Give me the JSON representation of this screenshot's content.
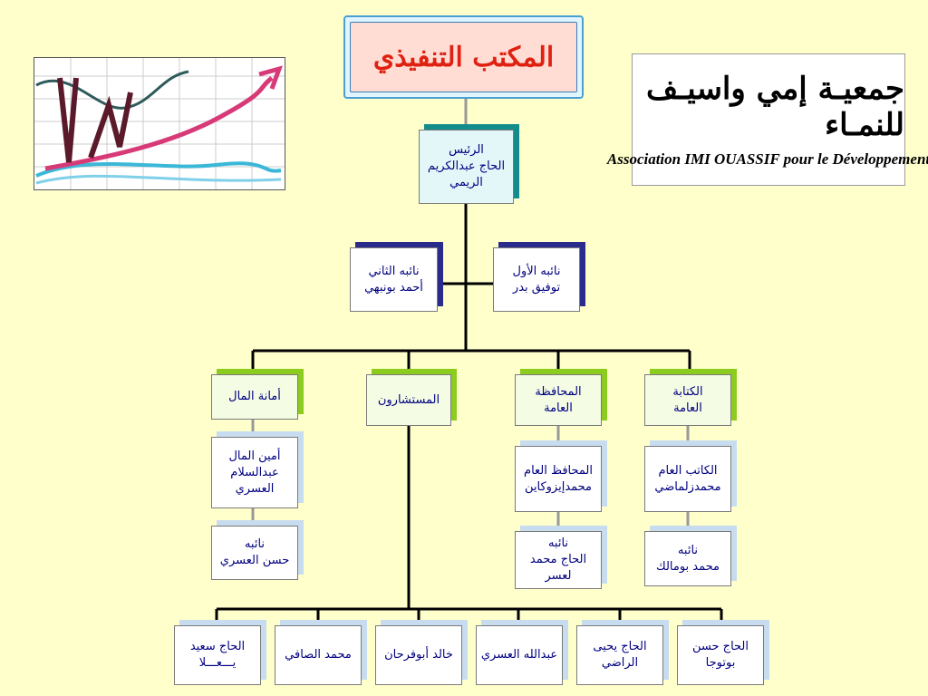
{
  "title": "المكتب التنفيذي",
  "logo": {
    "arabic": "جمعيـة إمي واسيـف للنمـاء",
    "french": "Association IMI OUASSIF pour le Développement"
  },
  "colors": {
    "background": "#FFFFCC",
    "title_text": "#E02010",
    "box_text": "#000080",
    "accent_navy": "#2B2B8C",
    "accent_teal": "#138C8C",
    "accent_lime": "#8CCC1E"
  },
  "president": {
    "line1": "الرئيس",
    "line2": "الحاج عبدالكريم",
    "line3": "الريمي"
  },
  "deputies": {
    "first": {
      "line1": "نائبه الأول",
      "line2": "توفيق بدر"
    },
    "second": {
      "line1": "نائبه الثاني",
      "line2": "أحمد بونبهي"
    }
  },
  "departments": {
    "secretariat": {
      "line1": "الكتابة",
      "line2": "العامة"
    },
    "guardianship": {
      "line1": "المحافظة",
      "line2": "العامة"
    },
    "advisors": {
      "label": "المستشارون"
    },
    "treasury": {
      "label": "أمانة المال"
    }
  },
  "secretariat_members": {
    "head": {
      "line1": "الكاتب العام",
      "line2": "محمدزلماضي"
    },
    "deputy": {
      "line1": "نائبه",
      "line2": "محمد بومالك"
    }
  },
  "guardianship_members": {
    "head": {
      "line1": "المحافظ العام",
      "line2": "محمدإيزوكاين"
    },
    "deputy": {
      "line1": "نائبه",
      "line2": "الحاج محمد",
      "line3": "لعسر"
    }
  },
  "treasury_members": {
    "head": {
      "line1": "أمين المال",
      "line2": "عبدالسلام",
      "line3": "العسري"
    },
    "deputy": {
      "line1": "نائبه",
      "line2": "حسن العسري"
    }
  },
  "advisors_list": [
    {
      "line1": "الحاج حسن",
      "line2": "بوتوجا"
    },
    {
      "line1": "الحاج يحيى",
      "line2": "الراضي"
    },
    {
      "line1": "عبدالله العسري"
    },
    {
      "line1": "خالد أبوفرحان"
    },
    {
      "line1": "محمد الصافي"
    },
    {
      "line1": "الحاج سعيد",
      "line2": "يـــعـــلا"
    }
  ]
}
